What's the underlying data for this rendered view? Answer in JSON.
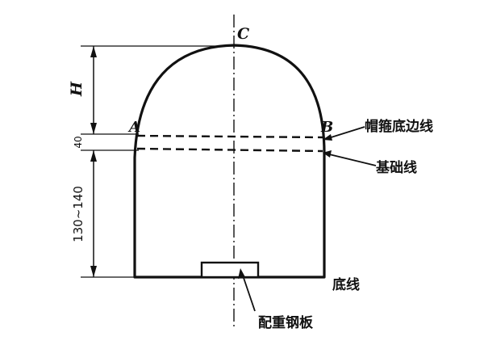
{
  "points": {
    "a": "A",
    "b": "B",
    "c": "C"
  },
  "dimensions": {
    "height": "H",
    "gap": "40",
    "lower": "130~140"
  },
  "labels": {
    "cap_bottom_line": "帽箍底边线",
    "foundation_line": "基础线",
    "bottom_line": "底线",
    "counterweight_plate": "配重钢板"
  }
}
